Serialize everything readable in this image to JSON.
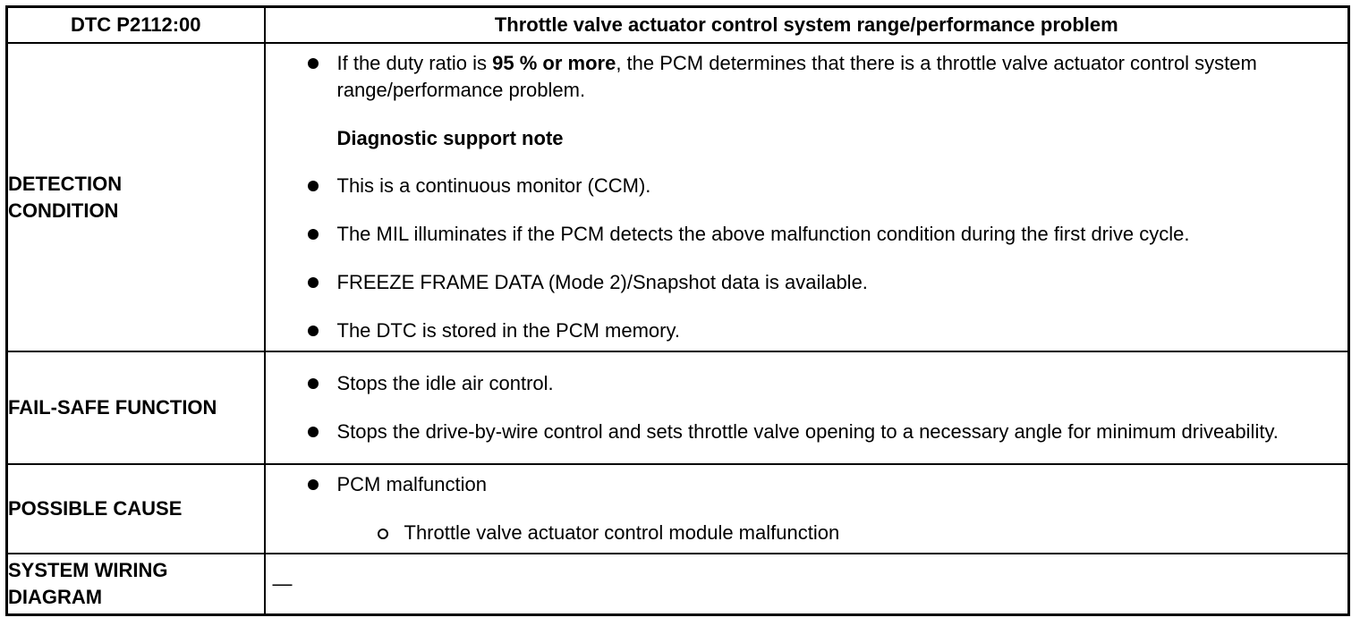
{
  "header": {
    "dtc_code": "DTC P2112:00",
    "dtc_title": "Throttle valve actuator control system range/performance problem"
  },
  "detection": {
    "label": "DETECTION\nCONDITION",
    "items": [
      {
        "pre": "If the duty ratio is ",
        "bold": "95 % or more",
        "post": ", the PCM determines that there is a throttle valve actuator control system range/performance problem."
      }
    ],
    "note_heading": "Diagnostic support note",
    "notes": [
      "This is a continuous monitor (CCM).",
      "The MIL illuminates if the PCM detects the above malfunction condition during the first drive cycle.",
      "FREEZE FRAME DATA (Mode 2)/Snapshot data is available.",
      "The DTC is stored in the PCM memory."
    ]
  },
  "failsafe": {
    "label": "FAIL-SAFE FUNCTION",
    "items": [
      "Stops the idle air control.",
      "Stops the drive-by-wire control and sets throttle valve opening to a necessary angle for minimum driveability."
    ]
  },
  "cause": {
    "label": "POSSIBLE CAUSE",
    "items": [
      "PCM malfunction"
    ],
    "subitems": [
      "Throttle valve actuator control module malfunction"
    ]
  },
  "wiring": {
    "label": "SYSTEM WIRING\nDIAGRAM",
    "value": "—"
  }
}
